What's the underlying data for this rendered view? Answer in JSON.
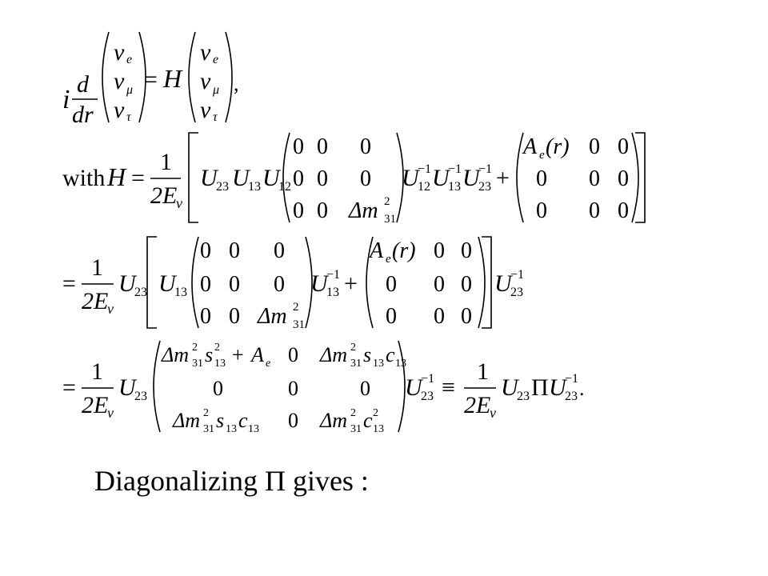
{
  "equations": {
    "eq1": {
      "i": "i",
      "d_num": "d",
      "d_den": "dr",
      "vec": [
        "ν",
        "ν",
        "ν"
      ],
      "vec_sub": [
        "e",
        "μ",
        "τ"
      ],
      "equals": "=",
      "H": "H",
      "comma": ","
    },
    "eq2": {
      "prefix": "with",
      "H": "H",
      "equals": "=",
      "frac_num": "1",
      "frac_den": "2E",
      "frac_den_sub": "ν",
      "U": "U",
      "sub_23": "23",
      "sub_13": "13",
      "sub_12": "12",
      "sup_inv": "−1",
      "plus": "+",
      "mass_matrix": [
        [
          "0",
          "0",
          "0"
        ],
        [
          "0",
          "0",
          "0"
        ],
        [
          "0",
          "0",
          "Δm"
        ]
      ],
      "mass_sq": "2",
      "mass_sub": "31",
      "matter_entry": "A",
      "matter_sub": "e",
      "matter_arg": "(r)",
      "zeros": "0"
    },
    "eq3": {
      "equals": "=",
      "frac_num": "1",
      "frac_den": "2E",
      "frac_den_sub": "ν",
      "U": "U",
      "sub_23": "23",
      "sub_13": "13",
      "sup_inv": "−1",
      "plus": "+",
      "mass_sym": "Δm",
      "mass_sq": "2",
      "mass_sub": "31",
      "matter_entry": "A",
      "matter_sub": "e",
      "matter_arg": "(r)",
      "zeros": "0"
    },
    "eq4": {
      "equals": "=",
      "frac_num": "1",
      "frac_den": "2E",
      "frac_den_sub": "ν",
      "U": "U",
      "sub_23": "23",
      "sup_inv": "−1",
      "equiv": "≡",
      "Pi": "Π",
      "period": ".",
      "entries": {
        "m": "Δm",
        "s": "s",
        "c": "c",
        "sub31": "31",
        "sub13": "13",
        "sq": "2",
        "plus": "+",
        "A": "A",
        "Asub": "e",
        "zero": "0"
      }
    }
  },
  "caption": "Diagonalizing Π gives :"
}
